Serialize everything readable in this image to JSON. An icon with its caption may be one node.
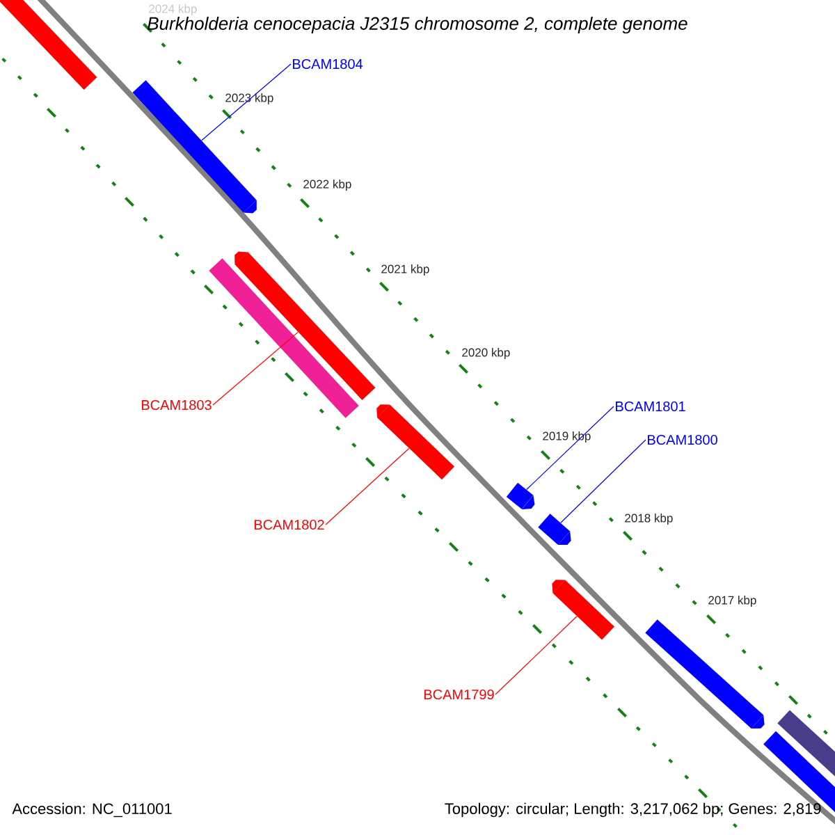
{
  "diagram": {
    "title": "Burkholderia cenocepacia J2315 chromosome 2, complete genome",
    "nodes": [
      {
        "text": [
          "BCAM1804"
        ]
      },
      {
        "text": [
          "BCAM1803"
        ]
      },
      {
        "text": [
          "BCAM1802"
        ]
      },
      {
        "text": [
          "BCAM1801"
        ]
      },
      {
        "text": [
          "BCAM1800"
        ]
      },
      {
        "text": [
          "BCAM1799"
        ]
      },
      {
        "text": [],
        "shape": "bar"
      },
      {
        "text": [],
        "shape": "bar"
      },
      {
        "text": [],
        "shape": "bar"
      },
      {
        "text": [],
        "shape": "bar"
      },
      {
        "text": [],
        "shape": "bar"
      },
      {
        "text": [],
        "shape": "bar"
      },
      {
        "text": [],
        "shape": "box"
      },
      {
        "text": [],
        "shape": "box"
      },
      {
        "text": [],
        "shape": "bar"
      },
      {
        "text": [],
        "shape": "box"
      },
      {
        "text": [],
        "shape": "box"
      }
    ],
    "edges": [
      {
        "from": 0,
        "to": 6,
        "arrow": "none",
        "color": "#0000ff"
      },
      {
        "from": 1,
        "to": 7,
        "arrow": "none",
        "color": "#ff0000"
      },
      {
        "from": 2,
        "to": 8,
        "arrow": "none",
        "color": "#ff0000"
      },
      {
        "from": 3,
        "to": 9,
        "arrow": "none",
        "color": "#0000ff"
      },
      {
        "from": 4,
        "to": 10,
        "arrow": "none",
        "color": "#0000ff"
      },
      {
        "from": 5,
        "to": 11,
        "arrow": "none",
        "color": "#ff0000"
      }
    ],
    "labels": [
      "2024 kbp",
      "2023 kbp",
      "2022 kbp",
      "2021 kbp",
      "2020 kbp",
      "2019 kbp",
      "2018 kbp",
      "2017 kbp",
      "Accession: NC_011001",
      "Topology: circular; Length: 3,217,062 bp; Genes: 2,819"
    ]
  }
}
